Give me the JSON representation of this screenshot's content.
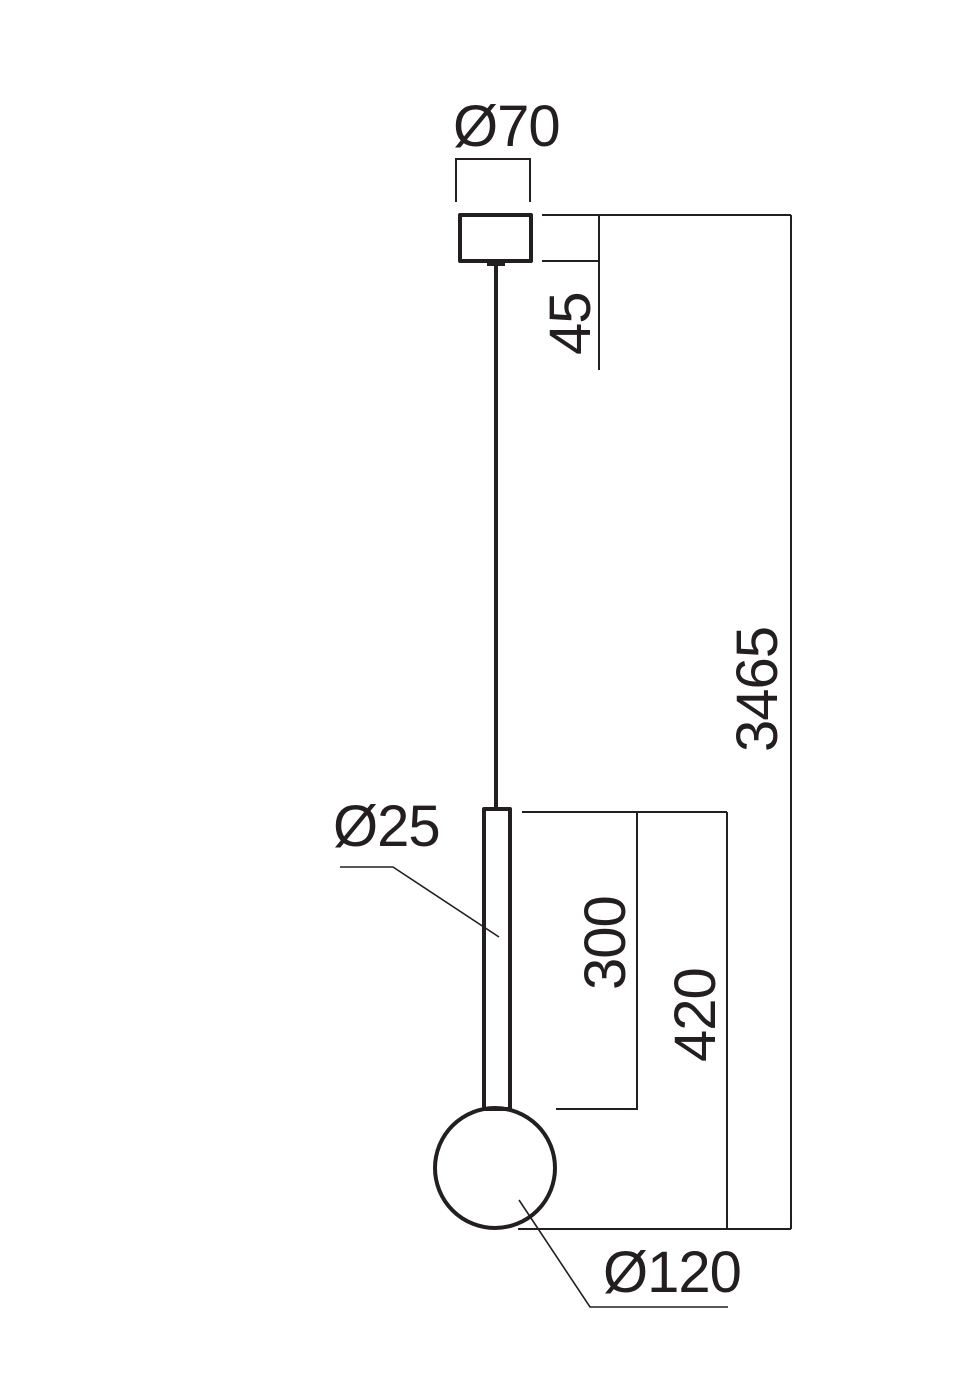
{
  "drawing": {
    "type": "pendant-lamp-dimension-drawing",
    "units": "mm",
    "line_color": "#231f20",
    "background": "#ffffff",
    "components": {
      "canopy": {
        "shape": "rectangle",
        "diameter_label": "Ø70",
        "height_label": "45"
      },
      "cable": {
        "shape": "line"
      },
      "stem": {
        "shape": "tube",
        "diameter_label": "Ø25",
        "length_label": "300"
      },
      "globe": {
        "shape": "sphere",
        "diameter_label": "Ø120"
      }
    },
    "dimensions": {
      "canopy_diameter": "Ø70",
      "canopy_height": "45",
      "total_height": "3465",
      "stem_diameter": "Ø25",
      "stem_length": "300",
      "lamp_body_length": "420",
      "globe_diameter": "Ø120"
    }
  }
}
